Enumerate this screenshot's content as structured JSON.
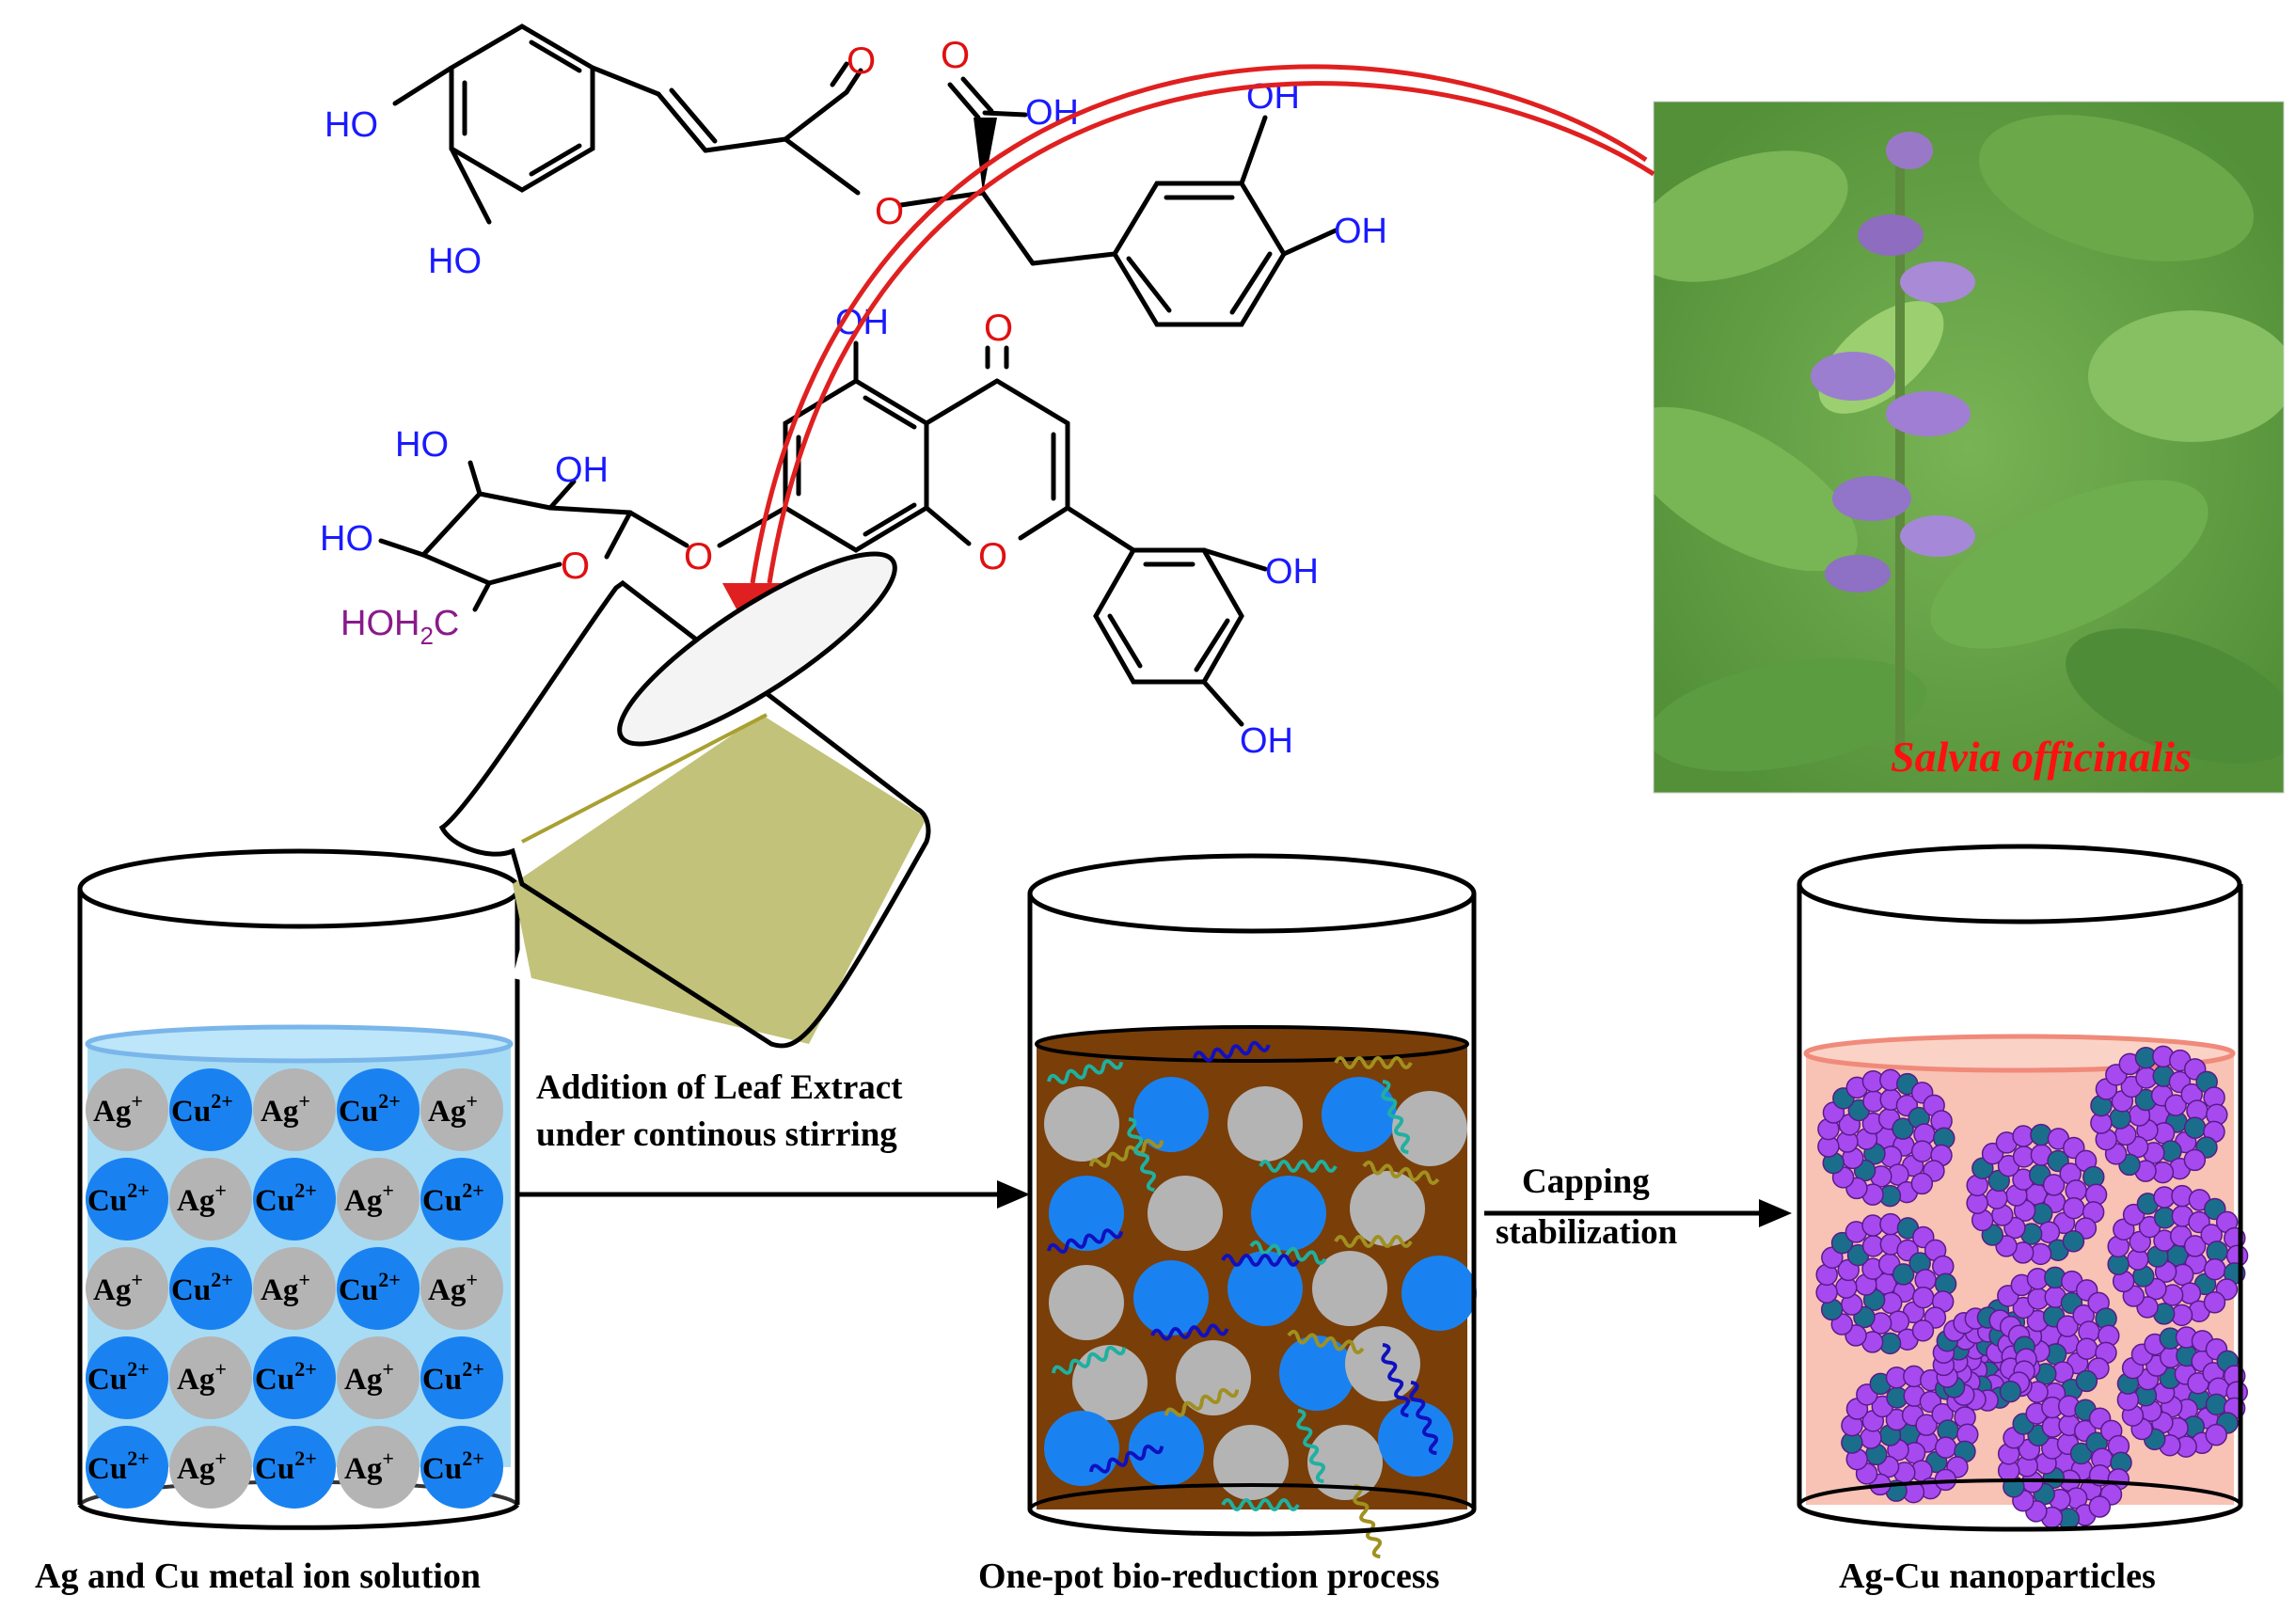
{
  "molecules": {
    "rosmarinic_acid": {
      "oh_labels": [
        "HO",
        "HO",
        "OH",
        "OH",
        "OH"
      ],
      "oxygen_labels": [
        "O",
        "O",
        "O"
      ]
    },
    "luteolin_glucoside": {
      "oh_labels": [
        "OH",
        "HO",
        "OH",
        "HO",
        "OH",
        "OH"
      ],
      "oxygen_labels": [
        "O",
        "O",
        "O",
        "O"
      ],
      "ch2_label": "HOH",
      "ch2_sub": "2",
      "ch2_tail": "C"
    }
  },
  "plant": {
    "species_label": "Salvia officinalis"
  },
  "beaker1": {
    "ions": [
      [
        "Ag",
        "+"
      ],
      [
        "Cu",
        "2+"
      ],
      [
        "Ag",
        "+"
      ],
      [
        "Cu",
        "2+"
      ],
      [
        "Ag",
        "+"
      ],
      [
        "Cu",
        "2+"
      ],
      [
        "Ag",
        "+"
      ],
      [
        "Cu",
        "2+"
      ],
      [
        "Ag",
        "+"
      ],
      [
        "Cu",
        "2+"
      ],
      [
        "Ag",
        "+"
      ],
      [
        "Cu",
        "2+"
      ],
      [
        "Ag",
        "+"
      ],
      [
        "Cu",
        "2+"
      ],
      [
        "Ag",
        "+"
      ],
      [
        "Cu",
        "2+"
      ],
      [
        "Ag",
        "+"
      ],
      [
        "Cu",
        "2+"
      ],
      [
        "Ag",
        "+"
      ],
      [
        "Cu",
        "2+"
      ],
      [
        "Cu",
        "2+"
      ],
      [
        "Ag",
        "+"
      ],
      [
        "Cu",
        "2+"
      ],
      [
        "Ag",
        "+"
      ],
      [
        "Cu",
        "2+"
      ]
    ],
    "caption": "Ag and Cu metal ion solution"
  },
  "step1": {
    "line1": "Addition of Leaf Extract",
    "line2": "under continous stirring"
  },
  "beaker2": {
    "caption": "One-pot bio-reduction process"
  },
  "step2": {
    "line1": "Capping",
    "line2": "stabilization"
  },
  "beaker3": {
    "caption": "Ag-Cu nanoparticles"
  },
  "colors": {
    "ag": "#b4b4b4",
    "cu": "#1a82f0",
    "solution": "#a8dcf5",
    "brown": "#7a3e08",
    "pink": "#f8c2b4",
    "extract": "#c2c27a",
    "np_purple": "#a64af0",
    "np_core": "#1a6e8c",
    "arrow_red": "#e02020"
  }
}
